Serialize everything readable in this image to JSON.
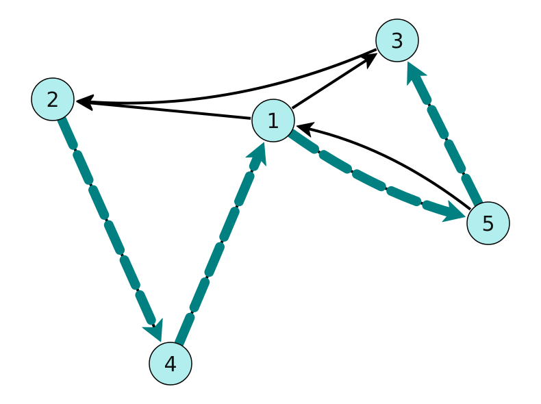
{
  "graph": {
    "colors": {
      "node_fill": "#b2eeee",
      "node_stroke": "#000000",
      "edge": "#000000",
      "highlight": "#008080"
    },
    "nodes": [
      {
        "id": "1",
        "label": "1"
      },
      {
        "id": "2",
        "label": "2"
      },
      {
        "id": "3",
        "label": "3"
      },
      {
        "id": "4",
        "label": "4"
      },
      {
        "id": "5",
        "label": "5"
      }
    ],
    "edges": [
      {
        "source": "1",
        "target": "2",
        "highlighted": false
      },
      {
        "source": "1",
        "target": "3",
        "highlighted": false
      },
      {
        "source": "3",
        "target": "2",
        "highlighted": false
      },
      {
        "source": "5",
        "target": "1",
        "highlighted": false
      },
      {
        "source": "1",
        "target": "5",
        "highlighted": true
      },
      {
        "source": "2",
        "target": "4",
        "highlighted": true
      },
      {
        "source": "4",
        "target": "1",
        "highlighted": true
      },
      {
        "source": "5",
        "target": "3",
        "highlighted": true
      }
    ]
  }
}
